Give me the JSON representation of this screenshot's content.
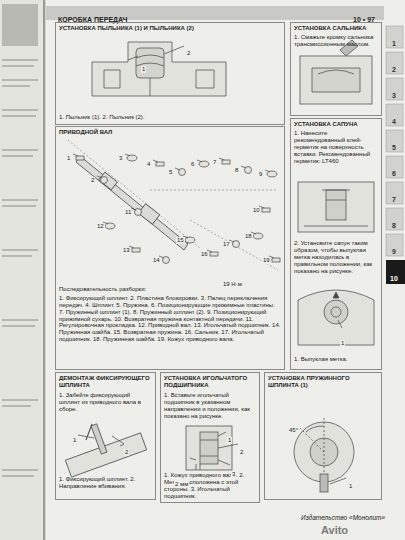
{
  "diagram": {
    "title": "КОРОБКА ПЕРЕДАЧ",
    "nodes": [
      {
        "text": [
          "УСТАНОВКА ПЫЛЬНИКА (1) И ПЫЛЬНИКА (2)",
          "1. Пыльник (1). 2. Пыльник (2)."
        ]
      },
      {
        "text": [
          "УСТАНОВКА САЛЬНИКА",
          "1. Смажьте кромку сальника трансмиссионным маслом."
        ]
      },
      {
        "text": [
          "ПРИВОДНОЙ ВАЛ",
          "Последовательность разборки:",
          "1. Фиксирующий шплинт. 2. Пластина блокировки. 3. Палец переключения передач. 4. Шплинт. 5. Пружина. 6. Позиционирующие прижимные пластины. 7. Пружинный шплинт (1). 8. Пружинный шплинт (2). 9. Позиционирующий прижимной сухарь. 10. Возвратная пружина контактной передачи. 11. Регулировочная прокладка. 12. Приводной вал. 13. Игольчатый подшипник. 14. Пружинная шайба. 15. Возвратная пружина. 16. Сальник. 17. Игольчатый подшипник. 18. Пружинная шайба. 19. Кожух приводного вала."
        ]
      },
      {
        "text": [
          "УСТАНОВКА САПУНА",
          "1. Нанесите рекомендованный клей-герметик на поверхность вставки. Рекомендованный герметик: LT460",
          "2. Установите сапун таким образом, чтобы выпуклая метка находилась в правильном положении, как показано на рисунке.",
          "1. Выпуклая метка."
        ]
      },
      {
        "text": [
          "ДЕМОНТАЖ ФИКСИРУЮЩЕГО ШПЛИНТА",
          "1. Забейте фиксирующий шплинт из приводного вала в сборе.",
          "1. Фиксирующий шплинт. 2. Направление вбивания."
        ]
      },
      {
        "text": [
          "УСТАНОВКА ИГОЛЬЧАТОГО ПОДШИПНИКА",
          "1. Вставьте игольчатый подшипник в указанном направлении и положении, как показано на рисунке.",
          "1. Кожух приводного вала. 2. Метка расположена с этой стороны. 3. Игольчатый подшипник."
        ]
      },
      {
        "text": [
          "УСТАНОВКА ПРУЖИННОГО ШПЛИНТА (1)"
        ]
      }
    ],
    "labels": [
      "10 • 97",
      "1",
      "2",
      "3",
      "4",
      "5",
      "6",
      "7",
      "8",
      "9",
      "10",
      "1",
      "2",
      "1",
      "2",
      "3",
      "4",
      "5",
      "6",
      "7",
      "8",
      "9",
      "10",
      "11",
      "12",
      "13",
      "14",
      "15",
      "16",
      "17",
      "18",
      "19",
      "19 Н·м",
      "1",
      "1",
      "2",
      "2 мм",
      "1",
      "2",
      "3",
      "45°",
      "1",
      "Издательство «Монолит»",
      "Avito"
    ]
  }
}
